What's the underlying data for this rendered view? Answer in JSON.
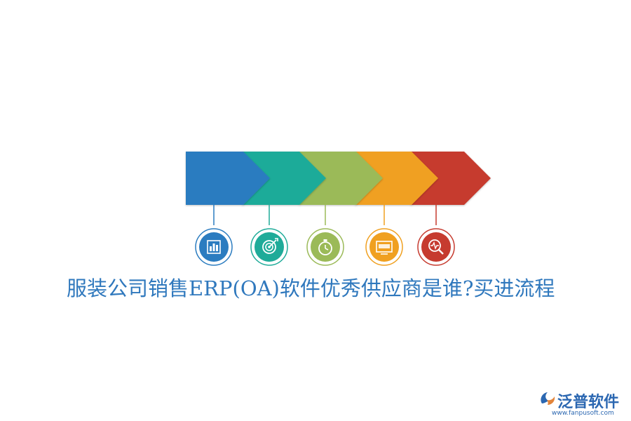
{
  "title": "服装公司销售ERP(OA)软件优秀供应商是谁?买进流程",
  "steps": [
    {
      "color": "#2b7cc0",
      "icon": "bar-chart-icon"
    },
    {
      "color": "#1fab99",
      "icon": "target-icon"
    },
    {
      "color": "#9bba58",
      "icon": "stopwatch-icon"
    },
    {
      "color": "#f0a020",
      "icon": "screen-icon"
    },
    {
      "color": "#c63b2f",
      "icon": "heartbeat-magnifier-icon"
    }
  ],
  "brand": {
    "name": "泛普软件",
    "url": "www.fanpusoft.com",
    "color": "#2b67b1"
  }
}
